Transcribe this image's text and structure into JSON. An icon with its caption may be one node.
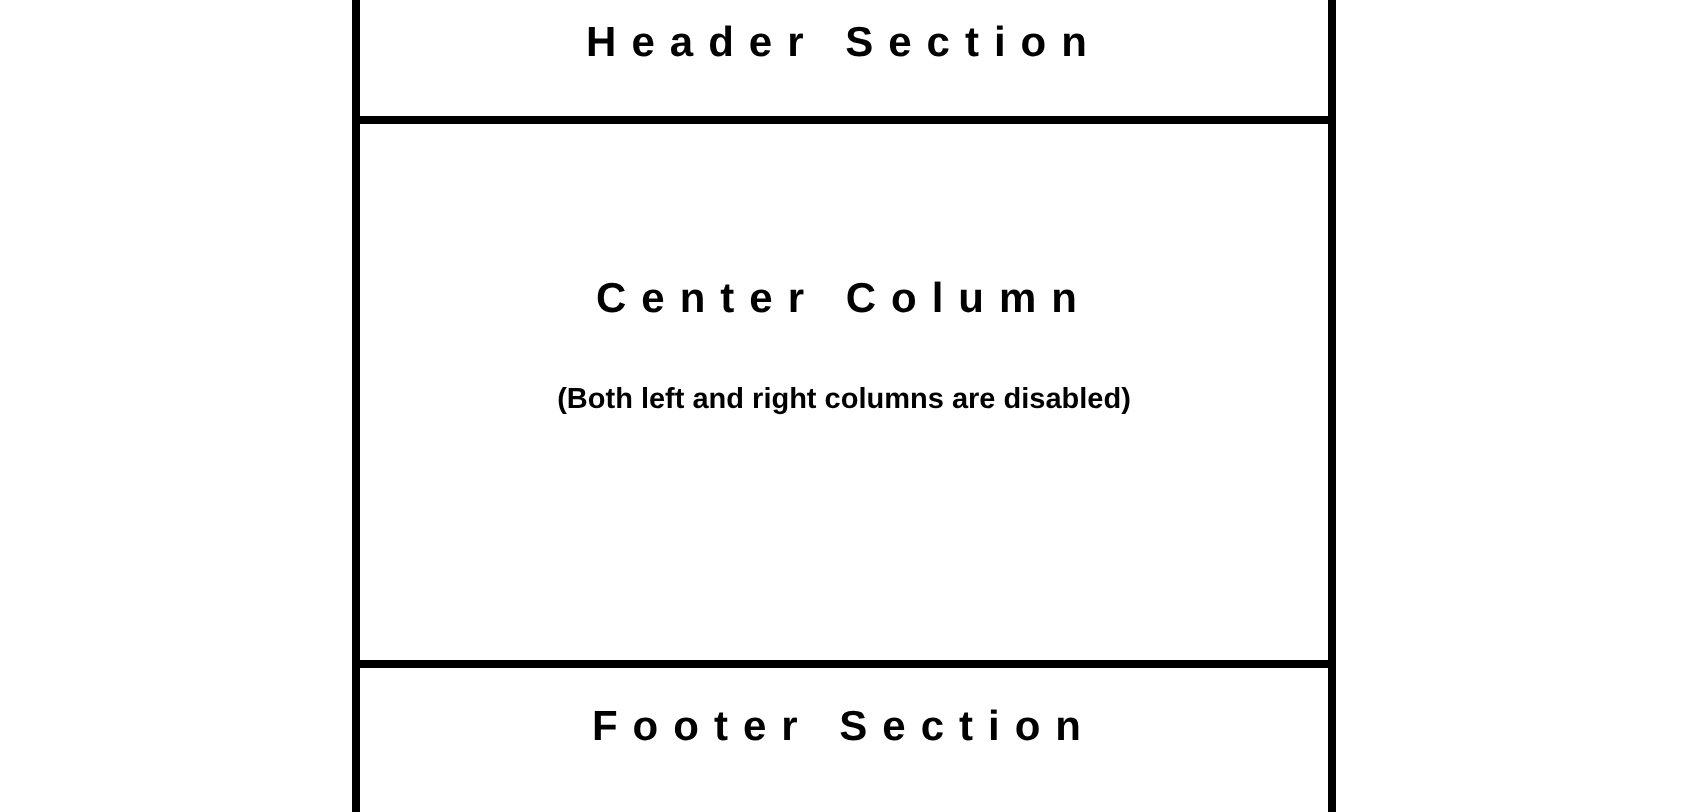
{
  "diagram": {
    "nodes": [
      {
        "text": [
          "Header Section"
        ]
      },
      {
        "text": [
          "Center Column",
          "(Both left and right columns are disabled)"
        ]
      },
      {
        "text": [
          "Footer Section"
        ]
      }
    ]
  }
}
